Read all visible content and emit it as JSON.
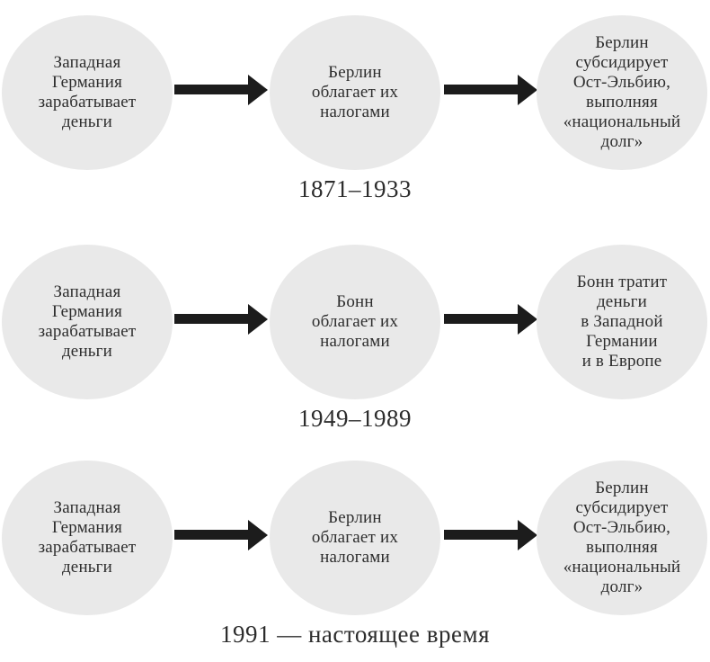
{
  "colors": {
    "background": "#ffffff",
    "node_fill": "#e9e9e9",
    "text": "#2d2d2d",
    "arrow": "#1c1c1c"
  },
  "diagram": {
    "type": "flowchart",
    "rows": [
      {
        "period": "1871–1933",
        "nodes": [
          {
            "text": "Западная\nГермания\nзарабатывает\nденьги"
          },
          {
            "text": "Берлин\nоблагает их\nналогами"
          },
          {
            "text": "Берлин\nсубсидирует\nОст-Эльбию,\nвыполняя\n«национальный\nдолг»"
          }
        ]
      },
      {
        "period": "1949–1989",
        "nodes": [
          {
            "text": "Западная\nГермания\nзарабатывает\nденьги"
          },
          {
            "text": "Бонн\nоблагает их\nналогами"
          },
          {
            "text": "Бонн тратит\nденьги\nв Западной\nГермании\nи в Европе"
          }
        ]
      },
      {
        "period": "1991 — настоящее время",
        "nodes": [
          {
            "text": "Западная\nГермания\nзарабатывает\nденьги"
          },
          {
            "text": "Берлин\nоблагает их\nналогами"
          },
          {
            "text": "Берлин\nсубсидирует\nОст-Эльбию,\nвыполняя\n«национальный\nдолг»"
          }
        ]
      }
    ]
  }
}
